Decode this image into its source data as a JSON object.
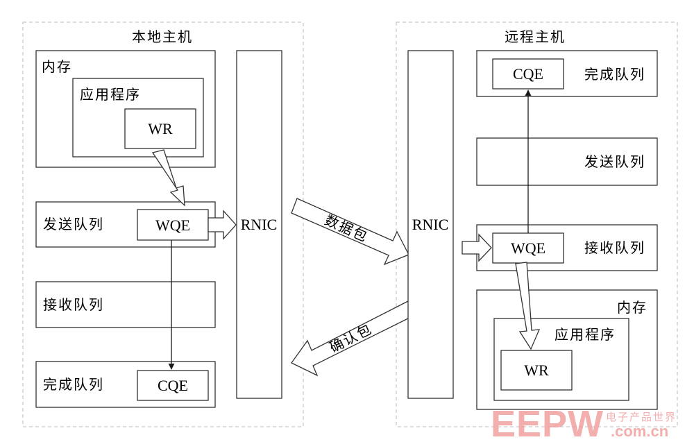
{
  "local_host": {
    "title": "本地主机",
    "memory": {
      "label": "内存",
      "app": {
        "label": "应用程序",
        "wr": "WR"
      }
    },
    "send_queue": {
      "label": "发送队列",
      "wqe": "WQE"
    },
    "recv_queue": {
      "label": "接收队列"
    },
    "cq": {
      "label": "完成队列",
      "cqe": "CQE"
    },
    "rnic": "RNIC"
  },
  "remote_host": {
    "title": "远程主机",
    "cq": {
      "label": "完成队列",
      "cqe": "CQE"
    },
    "send_queue": {
      "label": "发送队列"
    },
    "recv_queue": {
      "label": "接收队列",
      "wqe": "WQE"
    },
    "memory": {
      "label": "内存",
      "app": {
        "label": "应用程序",
        "wr": "WR"
      }
    },
    "rnic": "RNIC"
  },
  "packets": {
    "data": "数据包",
    "ack": "确认包"
  },
  "watermark": {
    "brand": "EEPW",
    "tagline": "电子产品世界",
    "domain": ".com.cn",
    "color": "#f2a0a0"
  }
}
